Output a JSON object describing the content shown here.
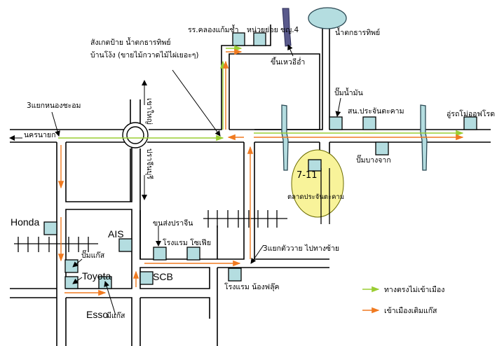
{
  "map": {
    "labels": {
      "sign_note_line1": "สังเกตป้าย น้ำตกธารทิพย์",
      "sign_note_line2": "บ้านโง้ง (ขายไม้กวาดไม้ไผ่เยอะๆ)",
      "school": "รร.คลองแก้มช้ำ",
      "sub_unit": "หน่วยย่อย ขญ.4",
      "waterfall": "น้ำตกธารทิพย์",
      "uphill": "ขึ้นเหวอีอ่ำ",
      "junction_nong_chaom": "3แยกหนองชะอม",
      "nakhon_nayok": "นครนายก",
      "to_khao_yai": "เขาใหญ่",
      "to_prachinburi": "ปราจีนบุรี",
      "gas_station": "ปั๊มน้ำมัน",
      "police_station": "สน.ประจันตะคาม",
      "garage": "อู่รถโม่ออฟโรด",
      "pump_bang_chak": "ปั๊มบางจาก",
      "seven_eleven": "7-11",
      "market": "ตลาดประจันตะคาม",
      "honda": "Honda",
      "ais": "AIS",
      "transport": "ขนส่งปราจีน",
      "hotel_sophia": "โรงแรม โซเฟีย",
      "lpg_pump": "ปั๊มแก๊ส",
      "toyota": "Toyota",
      "scb": "SCB",
      "esso": "Esso",
      "esso_suffix": "มีแก๊ส",
      "y_junction": "3แยกตัววาย ไปทางซ้าย",
      "hotel_nong_flook": "โรงแรม น้องฟลุ๊ค"
    },
    "legend": [
      {
        "label": "ทางตรงไม่เข้าเมือง",
        "color": "#9acd32"
      },
      {
        "label": "เข้าเมืองเติมแก๊ส",
        "color": "#f07a20"
      }
    ],
    "colors": {
      "building": "#b4dde0",
      "canal": "#b4dde0",
      "bridge_post": "#5a5a8c",
      "market_zone": "#f8f39a",
      "route_direct": "#9acd32",
      "route_city": "#f07a20"
    }
  }
}
